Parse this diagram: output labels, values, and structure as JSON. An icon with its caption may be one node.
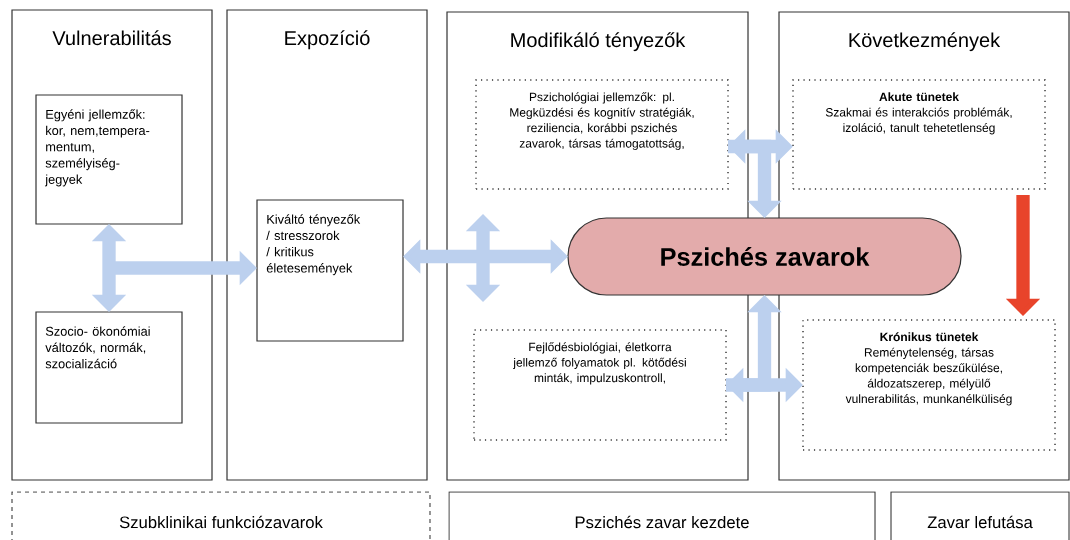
{
  "diagram": {
    "nodes": [
      {
        "text": [
          "Vulnerabilitás"
        ]
      },
      {
        "text": [
          "Egyéni jellemzők: kor, nem,tempera- mentum, személyiség- jegyek"
        ],
        "in": 0
      },
      {
        "text": [
          "Szocio- ökonómiai változók, normák, szocializáció"
        ],
        "in": 0
      },
      {
        "text": [
          "Expozíció"
        ]
      },
      {
        "text": [
          "Kiváltó tényezők / stresszorok / kritikus életesemények"
        ],
        "in": 3
      },
      {
        "text": [
          "Modifikáló tényezők"
        ]
      },
      {
        "text": [
          "Pszichológiai jellemzők: pl. Megküzdési és kognitív stratégiák, reziliencia, korábbi pszichés zavarok, társas támogatottság,"
        ],
        "in": 5
      },
      {
        "text": [
          "Fejlődésbiológiai, életkorra jellemző folyamatok pl. kötődési minták, impulzuskontroll,"
        ],
        "in": 5
      },
      {
        "text": [
          "Következmények"
        ]
      },
      {
        "text": [
          "Akute tünetek",
          "Szakmai és interakciós problémák, izoláció, tanult tehetetlenség"
        ],
        "in": 8
      },
      {
        "text": [
          "Krónikus tünetek",
          "Reménytelenség, társas kompetenciák beszűkülése, áldozatszerep, mélyülő vulnerabilitás, munkanélküliség"
        ],
        "in": 8
      },
      {
        "text": [
          "Pszichés zavarok"
        ]
      },
      {
        "text": [
          "Szubklinikai funkciózavarok"
        ]
      },
      {
        "text": [
          "Pszichés zavar kezdete"
        ]
      },
      {
        "text": [
          "Zavar lefutása"
        ]
      }
    ],
    "edges": [
      {
        "from": 1,
        "to": 2,
        "arrow": "both"
      },
      {
        "from": 1,
        "to": 4,
        "arrow": "to"
      },
      {
        "from": 4,
        "to": 11,
        "arrow": "both"
      },
      {
        "from": 6,
        "to": 9,
        "arrow": "both"
      },
      {
        "from": 6,
        "to": 11,
        "arrow": "to"
      },
      {
        "from": 7,
        "to": 10,
        "arrow": "both"
      },
      {
        "from": 7,
        "to": 11,
        "arrow": "to"
      },
      {
        "from": 9,
        "to": 10,
        "arrow": "to",
        "color": "#e8442b"
      }
    ]
  }
}
